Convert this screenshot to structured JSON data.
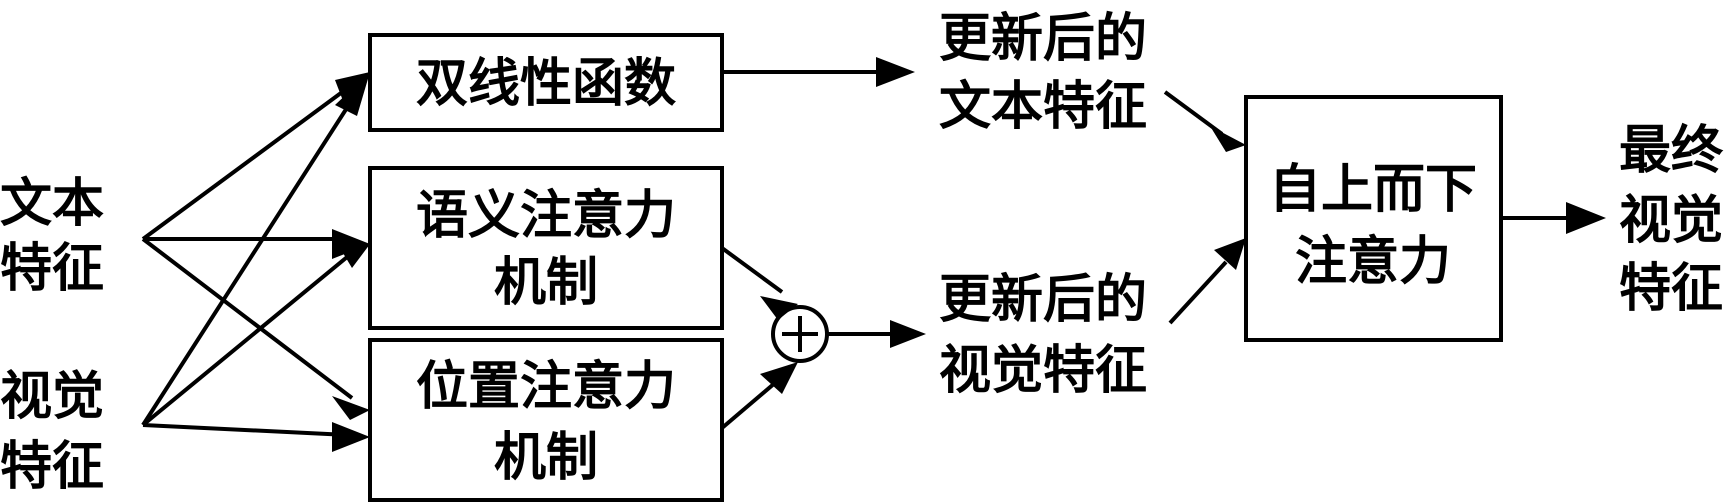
{
  "inputs": {
    "text_feature": [
      "文本",
      "特征"
    ],
    "visual_feature": [
      "视觉",
      "特征"
    ]
  },
  "modules": {
    "bilinear": "双线性函数",
    "semantic_attention": [
      "语义注意力",
      "机制"
    ],
    "position_attention": [
      "位置注意力",
      "机制"
    ],
    "top_down": [
      "自上而下",
      "注意力"
    ]
  },
  "operators": {
    "sum_symbol": "+"
  },
  "outputs": {
    "updated_text": [
      "更新后的",
      "文本特征"
    ],
    "updated_visual": [
      "更新后的",
      "视觉特征"
    ],
    "final_visual": [
      "最终",
      "视觉",
      "特征"
    ]
  },
  "colors": {
    "stroke": "#000000",
    "background": "#ffffff"
  }
}
